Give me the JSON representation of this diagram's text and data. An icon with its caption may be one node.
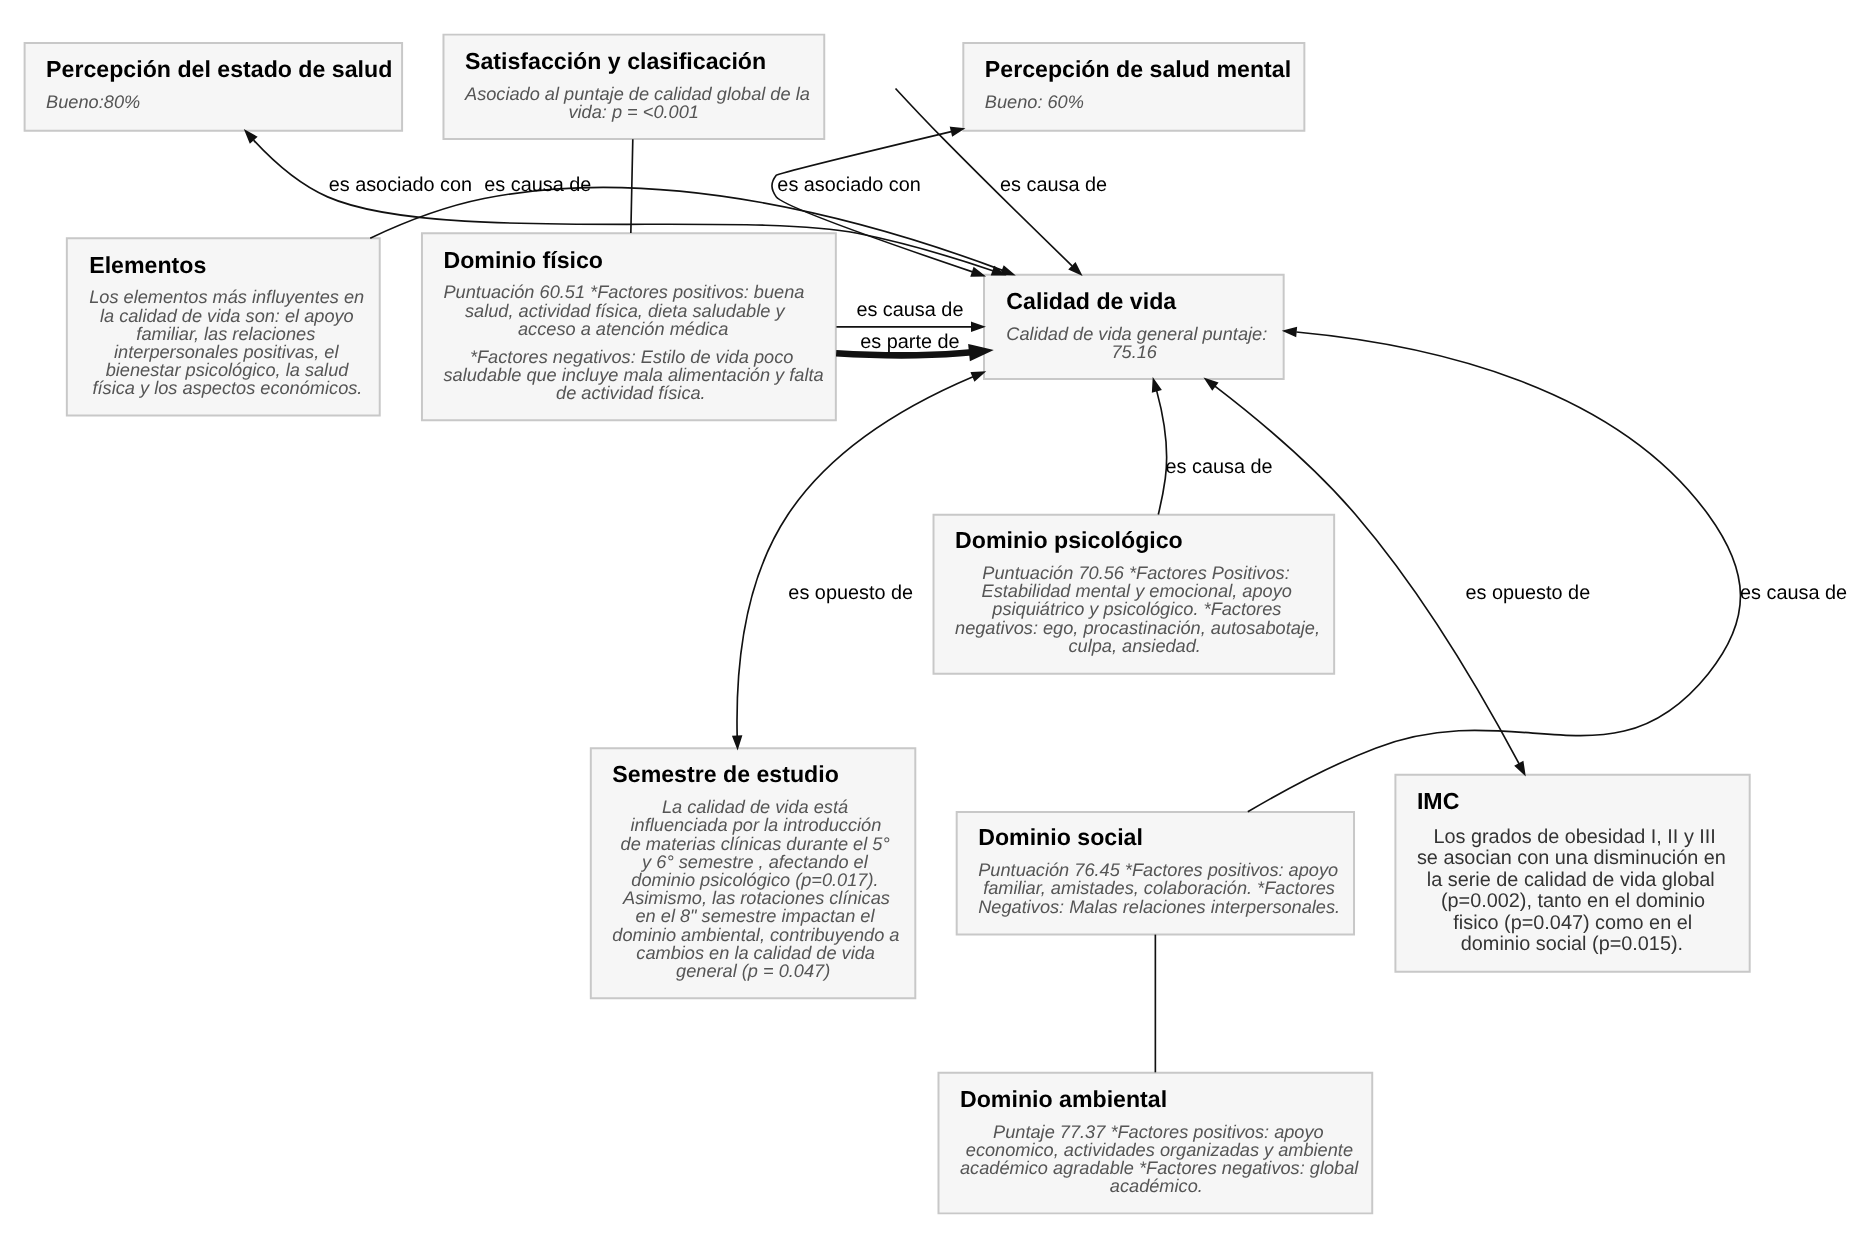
{
  "diagram": {
    "nodes": [
      {
        "text": [
          "Percepción del estado de salud",
          "Bueno:80%"
        ]
      },
      {
        "text": [
          "Percepción de salud mental",
          "Bueno: 60%"
        ]
      },
      {
        "text": [
          "Satisfacción y clasificación",
          "Asociado al puntaje de calidad global de la vida: p = <0.001"
        ]
      },
      {
        "text": [
          "Dominio físico",
          "Puntuación 60.51 *Factores positivos: buena salud, actividad física, dieta saludable y acceso a atención médica",
          "*Factores negativos: Estilo de vida poco saludable que incluye mala alimentación y falta de actividad física."
        ]
      },
      {
        "text": [
          "Elementos",
          "Los elementos más influyentes en la calidad de vida son: el apoyo familiar, las relaciones interpersonales positivas, el bienestar psicológico, la salud física y los aspectos económicos."
        ]
      },
      {
        "text": [
          "Calidad de vida",
          "Calidad de vida general puntaje: 75.16"
        ]
      },
      {
        "text": [
          "Dominio psicológico",
          "Puntuación 70.56 *Factores Positivos: Estabilidad mental y emocional, apoyo psiquiátrico y psicológico. *Factores negativos: ego, procastinación, autosabotaje, culpa, ansiedad."
        ]
      },
      {
        "text": [
          "Dominio social",
          "Puntuación 76.45 *Factores positivos: apoyo familiar, amistades, colaboración. *Factores Negativos: Malas relaciones interpersonales."
        ]
      },
      {
        "text": [
          "IMC",
          "Los grados de obesidad I, II y III se asocian con una disminución en la serie de calidad de vida global (p=0.002), tanto en el dominio fisico (p=0.047) como en el dominio social (p=0.015)."
        ]
      },
      {
        "text": [
          "Semestre de estudio",
          "La calidad de vida está influenciada por la introducción de materias clínicas durante el 5° y 6° semestre , afectando el dominio psicológico (p=0.017). Asimismo, las rotaciones clínicas en el 8\" semestre impactan el dominio ambiental, contribuyendo a cambios en la calidad de vida general (p = 0.047)"
        ]
      },
      {
        "text": [
          "Dominio ambiental",
          "Puntaje 77.37 *Factores positivos: apoyo economico, actividades organizadas y ambiente académico agradable *Factores negativos: global académico."
        ]
      }
    ],
    "edges": [
      {
        "from": 5,
        "to": 0,
        "arrow": "both",
        "label": "es asociado con"
      },
      {
        "from": 5,
        "to": 1,
        "arrow": "both",
        "label": "es asociado con"
      },
      {
        "from": 2,
        "to": 3,
        "arrow": "none"
      },
      {
        "from": 3,
        "to": 5,
        "arrow": "to",
        "label": "es parte de",
        "style": "thick"
      },
      {
        "from": 3,
        "to": 5,
        "arrow": "to",
        "label": "es causa de"
      },
      {
        "from": 4,
        "to": 5,
        "arrow": "to",
        "label": "es causa de"
      },
      {
        "from": 6,
        "to": 5,
        "arrow": "to",
        "label": "es causa de"
      },
      {
        "from": null,
        "to": 5,
        "arrow": "to",
        "label": "es causa de"
      },
      {
        "from": 7,
        "to": 5,
        "arrow": "to",
        "label": "es causa de"
      },
      {
        "from": 5,
        "to": 8,
        "arrow": "both",
        "label": "es opuesto de"
      },
      {
        "from": 5,
        "to": 9,
        "arrow": "both",
        "label": "es opuesto de"
      },
      {
        "from": 7,
        "to": 10,
        "arrow": "none"
      }
    ]
  }
}
